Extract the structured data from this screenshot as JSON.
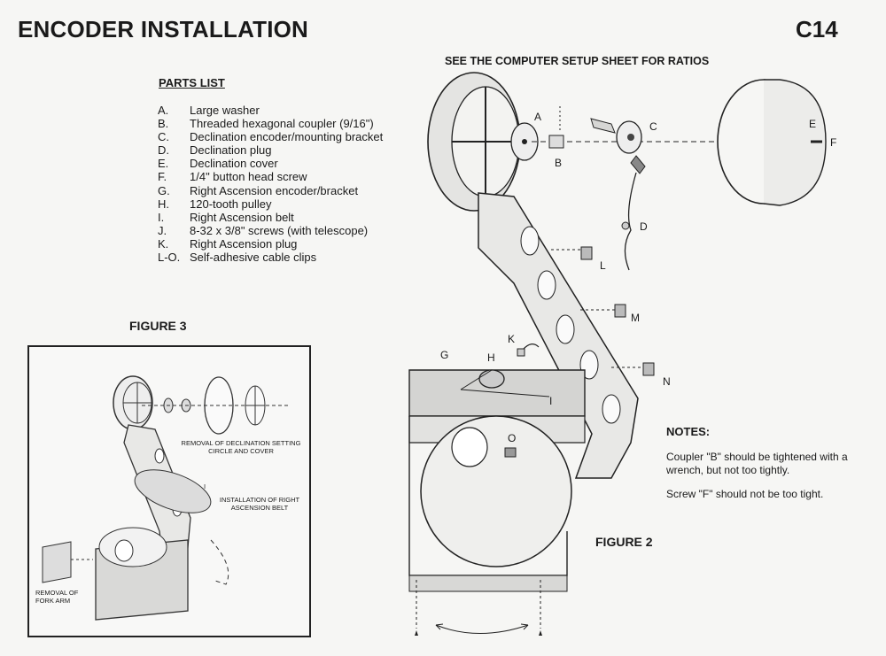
{
  "header": {
    "title": "ENCODER INSTALLATION",
    "code": "C14"
  },
  "subtitle": "SEE THE COMPUTER SETUP SHEET FOR RATIOS",
  "parts_list": {
    "title": "PARTS LIST",
    "items": [
      {
        "key": "A.",
        "text": "Large washer"
      },
      {
        "key": "B.",
        "text": "Threaded hexagonal coupler (9/16\")"
      },
      {
        "key": "C.",
        "text": "Declination encoder/mounting bracket"
      },
      {
        "key": "D.",
        "text": "Declination plug"
      },
      {
        "key": "E.",
        "text": "Declination cover"
      },
      {
        "key": "F.",
        "text": "1/4\" button head screw"
      },
      {
        "key": "G.",
        "text": "Right Ascension encoder/bracket"
      },
      {
        "key": "H.",
        "text": "120-tooth pulley"
      },
      {
        "key": "I.",
        "text": "Right Ascension belt"
      },
      {
        "key": "J.",
        "text": "8-32 x 3/8\" screws (with telescope)"
      },
      {
        "key": "K.",
        "text": "Right Ascension plug"
      },
      {
        "key": "L-O.",
        "text": "Self-adhesive cable clips"
      }
    ]
  },
  "figure3": {
    "title": "FIGURE 3",
    "caption_decl_1": "REMOVAL OF DECLINATION SETTING",
    "caption_decl_2": "CIRCLE AND COVER",
    "caption_ra_1": "INSTALLATION OF RIGHT",
    "caption_ra_2": "ASCENSION BELT",
    "caption_fork_1": "REMOVAL OF",
    "caption_fork_2": "FORK ARM",
    "label_i": "I"
  },
  "figure2": {
    "title": "FIGURE 2",
    "labels": {
      "a": "A",
      "b": "B",
      "c": "C",
      "d": "D",
      "e": "E",
      "f": "F",
      "g": "G",
      "h": "H",
      "i": "I",
      "k": "K",
      "l": "L",
      "m": "M",
      "n": "N",
      "o": "O"
    }
  },
  "notes": {
    "title": "NOTES:",
    "note1": "Coupler \"B\" should be tightened with a wrench, but not too tightly.",
    "note2": "Screw \"F\" should not be too tight."
  }
}
